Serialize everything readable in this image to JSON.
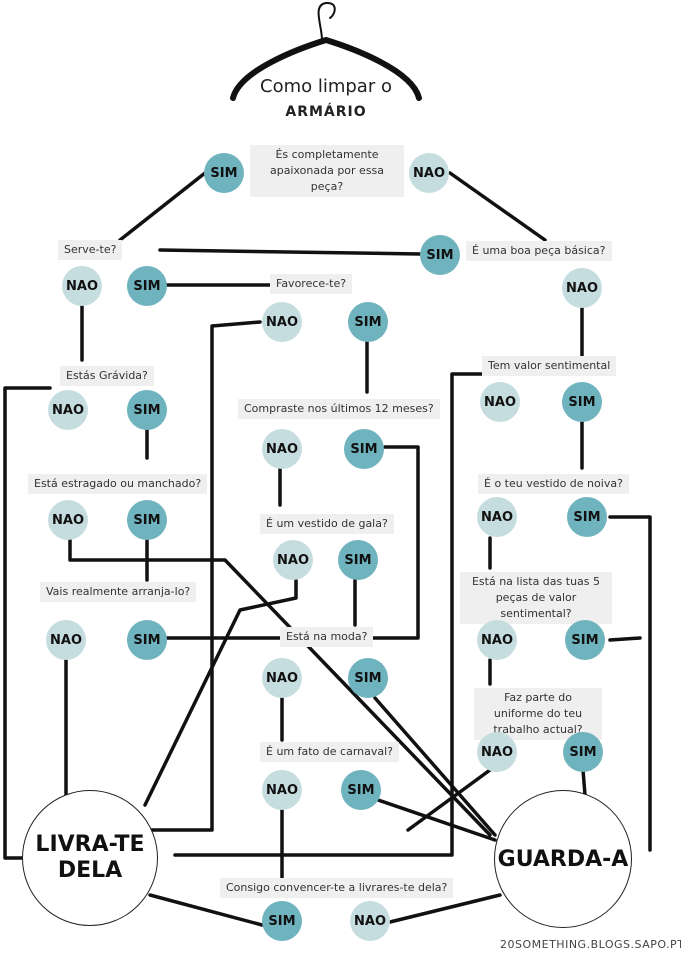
{
  "title": {
    "line1": "Como limpar o",
    "line2": "ARMÁRIO"
  },
  "credit": "20SOMETHING.BLOGS.SAPO.PT",
  "colors": {
    "sim": "#6fb3bf",
    "nao": "#c6dde0",
    "question_bg": "#efefef",
    "line": "#111111"
  },
  "answers": {
    "yes": "SIM",
    "no": "NAO"
  },
  "questions": {
    "q1": "És completamente apaixonada por essa peça?",
    "q2": "Serve-te?",
    "q3": "É uma boa peça básica?",
    "q4": "Favorece-te?",
    "q5": "Estás Grávida?",
    "q6": "Tem valor sentimental",
    "q7": "Compraste nos últimos 12 meses?",
    "q8": "Está estragado ou manchado?",
    "q9": "É o teu vestido de noiva?",
    "q10": "É um vestido de gala?",
    "q11": "Está na lista das tuas 5 peças de valor sentimental?",
    "q12": "Vais realmente arranja-lo?",
    "q13": "Está na moda?",
    "q14": "Faz parte do uniforme do teu trabalho actual?",
    "q15": "É um fato de carnaval?",
    "q16": "Consigo convencer-te a livrares-te dela?"
  },
  "outcomes": {
    "discard": "LIVRA-TE DELA",
    "keep": "GUARDA-A"
  }
}
